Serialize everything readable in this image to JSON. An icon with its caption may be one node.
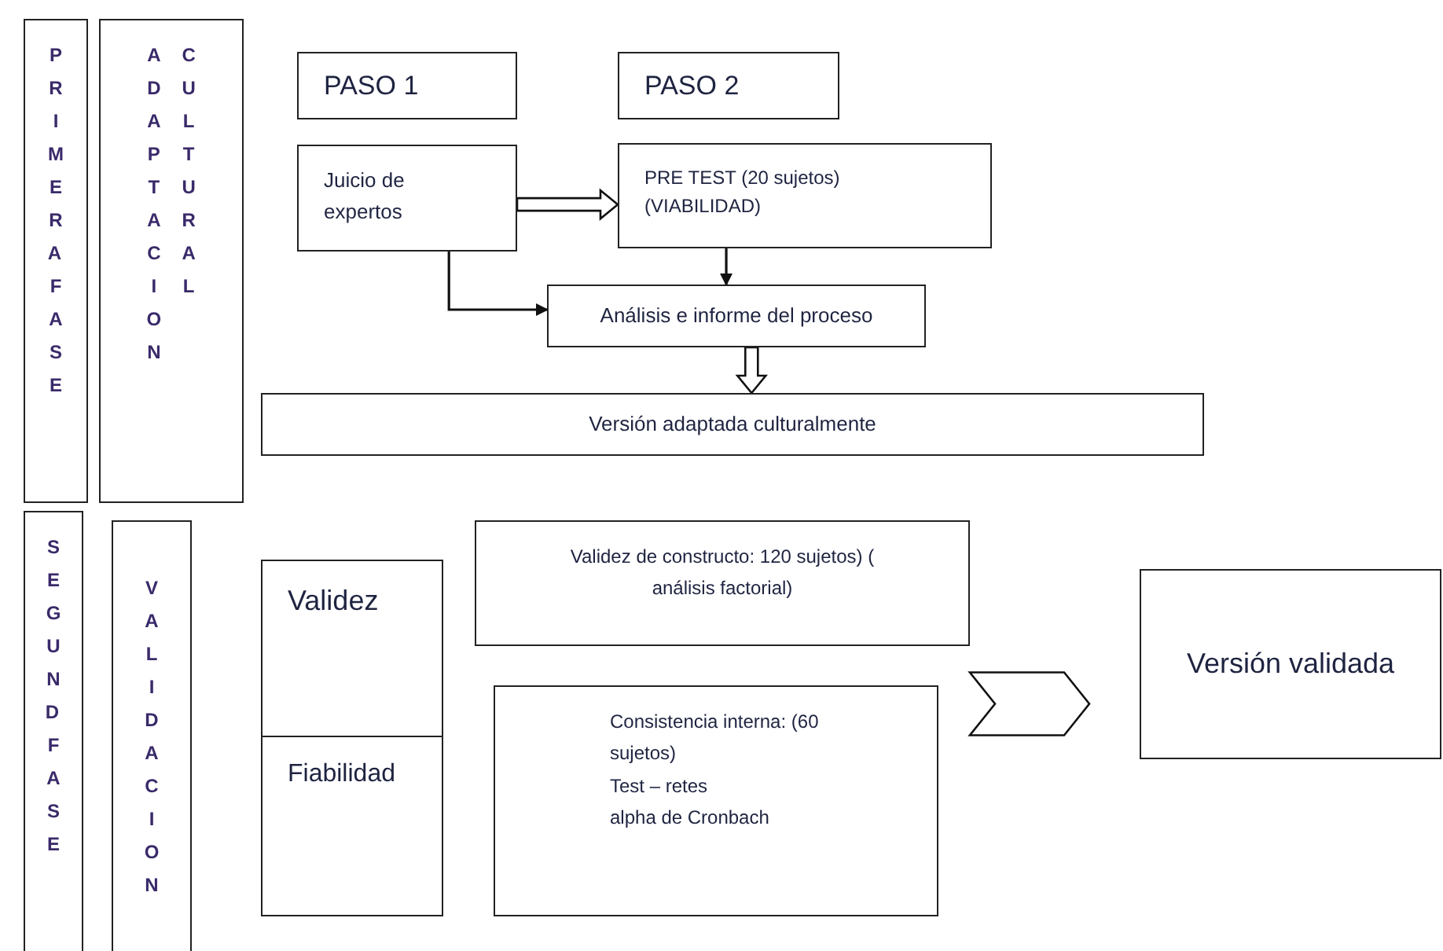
{
  "diagram": {
    "nodes": [
      {
        "text": [
          "PRIMERA FASE"
        ]
      },
      {
        "text": [
          "ADAPTACION",
          "CULTURAL"
        ]
      },
      {
        "text": [
          "PASO 1"
        ]
      },
      {
        "text": [
          "PASO 2"
        ]
      },
      {
        "text": [
          "Juicio de expertos"
        ]
      },
      {
        "text": [
          "PRE TEST (20 sujetos)(VIABILIDAD)"
        ]
      },
      {
        "text": [
          "Análisis e informe del proceso"
        ]
      },
      {
        "text": [
          "Versión adaptada culturalmente"
        ]
      },
      {
        "text": [
          "SEGUND FASE"
        ]
      },
      {
        "text": [
          "VALIDACION"
        ]
      },
      {
        "text": [
          "Validez"
        ]
      },
      {
        "text": [
          "Fiabilidad"
        ]
      },
      {
        "text": [
          "Validez de constructo: 120 sujetos) ( análisis factorial)"
        ]
      },
      {
        "text": [
          "Consistencia interna: (60 sujetos)",
          "Test – retes",
          "alpha de Cronbach"
        ]
      },
      {
        "text": [
          "Versión validada"
        ]
      }
    ],
    "edges": [
      {
        "from": 4,
        "to": 5,
        "arrow": "to",
        "style": "thick"
      },
      {
        "from": 4,
        "to": 6,
        "arrow": "to"
      },
      {
        "from": 5,
        "to": 6,
        "arrow": "to"
      },
      {
        "from": 6,
        "to": 7,
        "arrow": "to",
        "style": "thick"
      },
      {
        "from": 13,
        "to": 14,
        "arrow": "to",
        "style": "thick"
      }
    ]
  }
}
